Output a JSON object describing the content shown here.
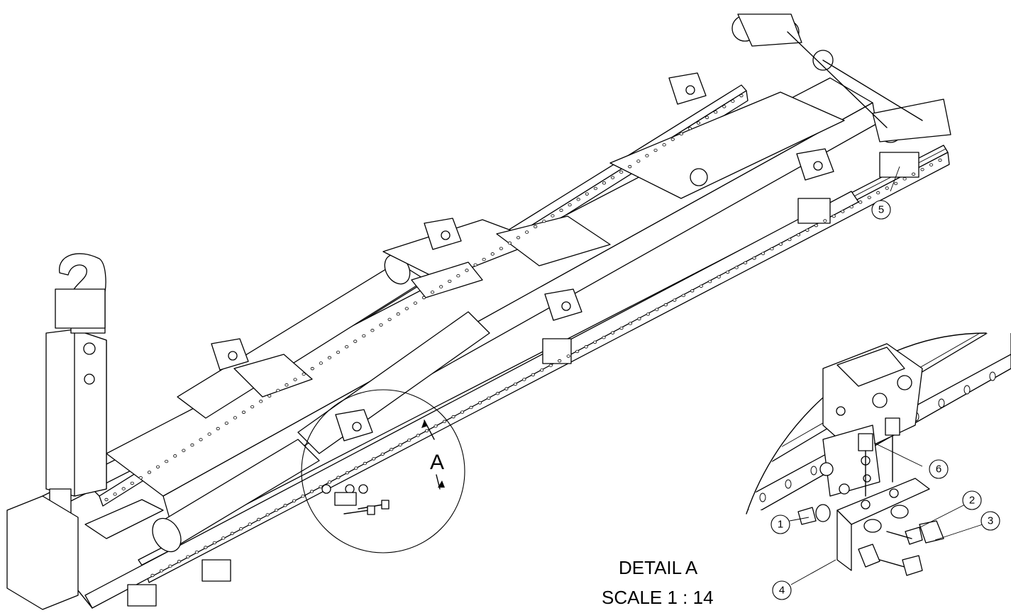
{
  "detail": {
    "view_letter": "A",
    "title": "DETAIL A",
    "scale": "SCALE 1 : 14"
  },
  "callouts": [
    {
      "id": "1",
      "label": "1"
    },
    {
      "id": "2",
      "label": "2"
    },
    {
      "id": "3",
      "label": "3"
    },
    {
      "id": "4",
      "label": "4"
    },
    {
      "id": "5",
      "label": "5"
    },
    {
      "id": "6",
      "label": "6"
    }
  ]
}
